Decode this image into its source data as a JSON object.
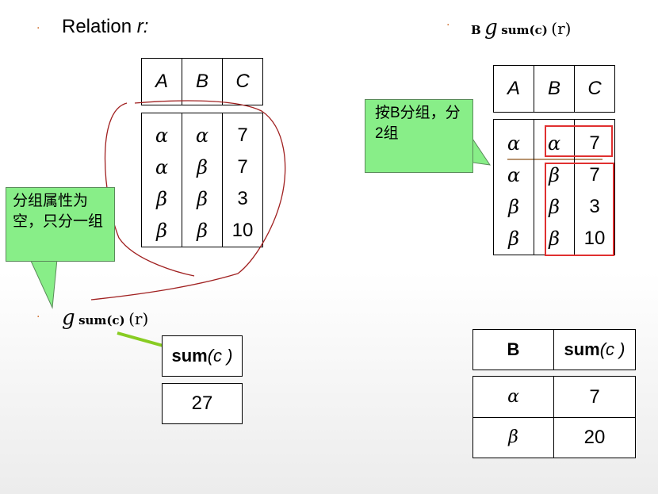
{
  "left": {
    "title_text": "Relation ",
    "title_var": "r:",
    "relation_headers": [
      "A",
      "B",
      "C"
    ],
    "relation_rows": [
      [
        "α",
        "α",
        "7"
      ],
      [
        "α",
        "β",
        "7"
      ],
      [
        "β",
        "β",
        "3"
      ],
      [
        "β",
        "β",
        "10"
      ]
    ],
    "callout": "分组属性为空，只分一组",
    "agg_g": "g",
    "agg_sub": "sum(c)",
    "agg_arg": "(r)",
    "result_header_bold": "sum",
    "result_header_rest": "(c )",
    "result_value": "27"
  },
  "right": {
    "expr_group": "B",
    "expr_g": "g",
    "expr_sub": "sum(c)",
    "expr_arg": "(r)",
    "relation_headers": [
      "A",
      "B",
      "C"
    ],
    "relation_rows": [
      [
        "α",
        "α",
        "7"
      ],
      [
        "α",
        "β",
        "7"
      ],
      [
        "β",
        "β",
        "3"
      ],
      [
        "β",
        "β",
        "10"
      ]
    ],
    "callout": "按B分组，分2组",
    "result_headers": [
      "B",
      "sum"
    ],
    "result_header_rest": "(c )",
    "result_rows": [
      [
        "α",
        "7"
      ],
      [
        "β",
        "20"
      ]
    ]
  },
  "colors": {
    "callout_bg": "#88ee88",
    "highlight": "#e03030",
    "arrow": "#88cc22",
    "bullet": "#d07030"
  }
}
